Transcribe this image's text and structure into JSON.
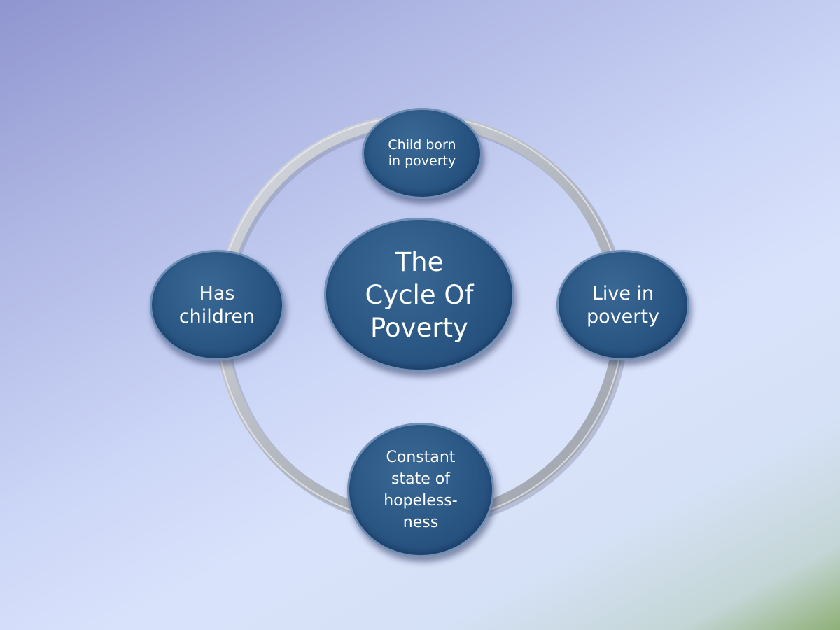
{
  "diagram": {
    "colors": {
      "node_fill": "#2a5684",
      "node_border": "#6f8fb6",
      "ring": "#b9bdc4",
      "text": "#ffffff"
    },
    "center": {
      "label": "The\nCycle Of\nPoverty"
    },
    "nodes": [
      {
        "id": "top",
        "label": "Child born\nin poverty"
      },
      {
        "id": "right",
        "label": "Live in\npoverty"
      },
      {
        "id": "bottom",
        "label": "Constant\nstate of\nhopeless-\nness"
      },
      {
        "id": "left",
        "label": "Has\nchildren"
      }
    ]
  }
}
